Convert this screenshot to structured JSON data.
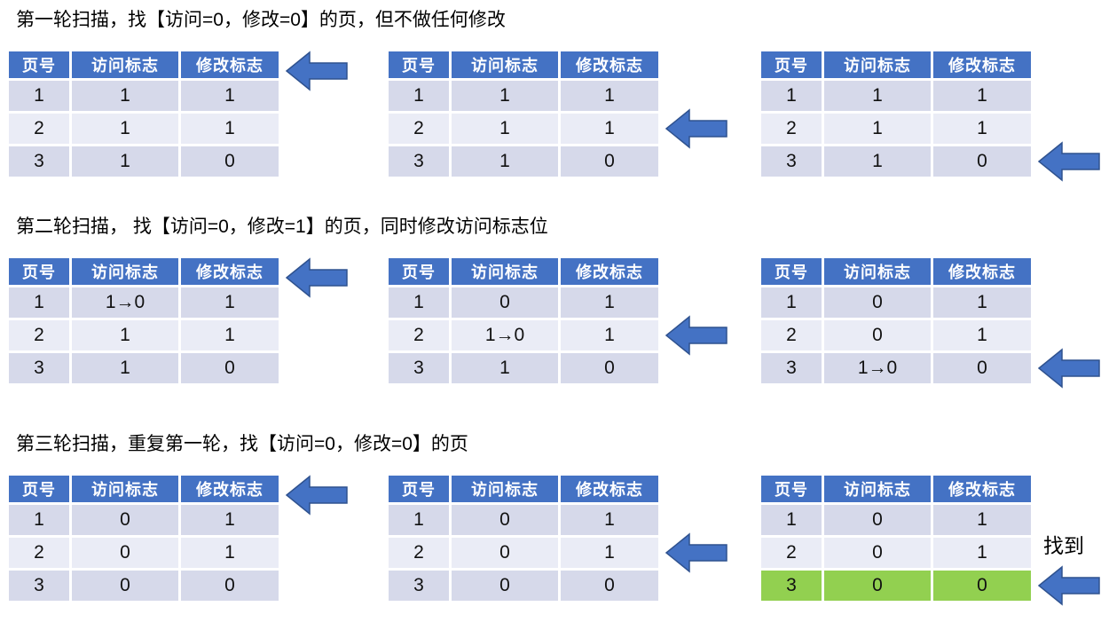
{
  "colors": {
    "header_blue": "#4472C4",
    "arrow_fill": "#4472C4",
    "arrow_border": "#2F528F",
    "row_odd": "#D6D9EA",
    "row_even": "#EAECF6",
    "highlight_green": "#92D050"
  },
  "table_headers": [
    "页号",
    "访问标志",
    "修改标志"
  ],
  "sections": [
    {
      "title": "第一轮扫描，找【访问=0，修改=0】的页，但不做任何修改",
      "tables": [
        {
          "rows": [
            [
              "1",
              "1",
              "1"
            ],
            [
              "2",
              "1",
              "1"
            ],
            [
              "3",
              "1",
              "0"
            ]
          ],
          "arrow_target": "header"
        },
        {
          "rows": [
            [
              "1",
              "1",
              "1"
            ],
            [
              "2",
              "1",
              "1"
            ],
            [
              "3",
              "1",
              "0"
            ]
          ],
          "arrow_target": "row2"
        },
        {
          "rows": [
            [
              "1",
              "1",
              "1"
            ],
            [
              "2",
              "1",
              "1"
            ],
            [
              "3",
              "1",
              "0"
            ]
          ],
          "arrow_target": "row3"
        }
      ]
    },
    {
      "title": "第二轮扫描， 找【访问=0，修改=1】的页，同时修改访问标志位",
      "tables": [
        {
          "rows": [
            [
              "1",
              "1→0",
              "1"
            ],
            [
              "2",
              "1",
              "1"
            ],
            [
              "3",
              "1",
              "0"
            ]
          ],
          "arrow_target": "header"
        },
        {
          "rows": [
            [
              "1",
              "0",
              "1"
            ],
            [
              "2",
              "1→0",
              "1"
            ],
            [
              "3",
              "1",
              "0"
            ]
          ],
          "arrow_target": "row2"
        },
        {
          "rows": [
            [
              "1",
              "0",
              "1"
            ],
            [
              "2",
              "0",
              "1"
            ],
            [
              "3",
              "1→0",
              "0"
            ]
          ],
          "arrow_target": "row3"
        }
      ]
    },
    {
      "title": "第三轮扫描，重复第一轮，找【访问=0，修改=0】的页",
      "tables": [
        {
          "rows": [
            [
              "1",
              "0",
              "1"
            ],
            [
              "2",
              "0",
              "1"
            ],
            [
              "3",
              "0",
              "0"
            ]
          ],
          "arrow_target": "header"
        },
        {
          "rows": [
            [
              "1",
              "0",
              "1"
            ],
            [
              "2",
              "0",
              "1"
            ],
            [
              "3",
              "0",
              "0"
            ]
          ],
          "arrow_target": "row2"
        },
        {
          "rows": [
            [
              "1",
              "0",
              "1"
            ],
            [
              "2",
              "0",
              "1"
            ],
            [
              "3",
              "0",
              "0"
            ]
          ],
          "arrow_target": "row3",
          "highlight_row": 3,
          "found_label": "找到"
        }
      ]
    }
  ]
}
